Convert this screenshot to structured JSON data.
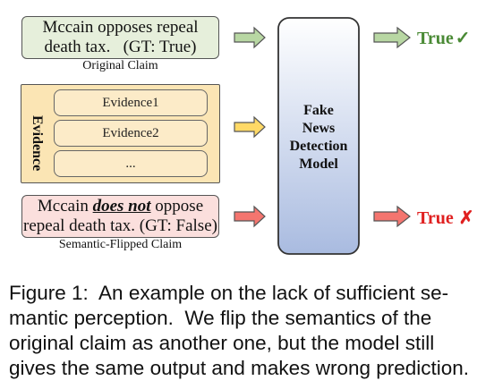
{
  "original_claim": {
    "line1": "Mccain opposes repeal",
    "line2": "death tax.   (GT: True)",
    "label": "Original Claim"
  },
  "evidence": {
    "title": "Evidence",
    "items": [
      "Evidence1",
      "Evidence2",
      "..."
    ]
  },
  "flipped_claim": {
    "line1_prefix": "Mccain ",
    "line1_emph": "does not",
    "line1_suffix": " oppose",
    "line2": "repeal death tax. (GT: False)",
    "label": "Semantic-Flipped Claim"
  },
  "model": {
    "line1": "Fake",
    "line2": "News",
    "line3": "Detection",
    "line4": "Model"
  },
  "outputs": {
    "top": {
      "label": "True",
      "mark": "✓",
      "color": "#4a8a35"
    },
    "bottom": {
      "label": "True",
      "mark": "✗",
      "color": "#e02020"
    }
  },
  "colors": {
    "green_fill": "#e6efdb",
    "green_arrow": "#b8d7a3",
    "yellow_fill": "#fbe5b4",
    "yellow_arrow": "#ffd966",
    "red_fill": "#fbdfdd",
    "red_arrow": "#f4756f",
    "model_top": "#ffffff",
    "model_bottom": "#a9bbe0"
  },
  "caption": {
    "line1": "Figure 1:  An example on the lack of sufficient se-",
    "line2": "mantic perception.  We flip the semantics of the",
    "line3": "original claim as another one, but the model still",
    "line4": "gives the same output and makes wrong prediction."
  }
}
